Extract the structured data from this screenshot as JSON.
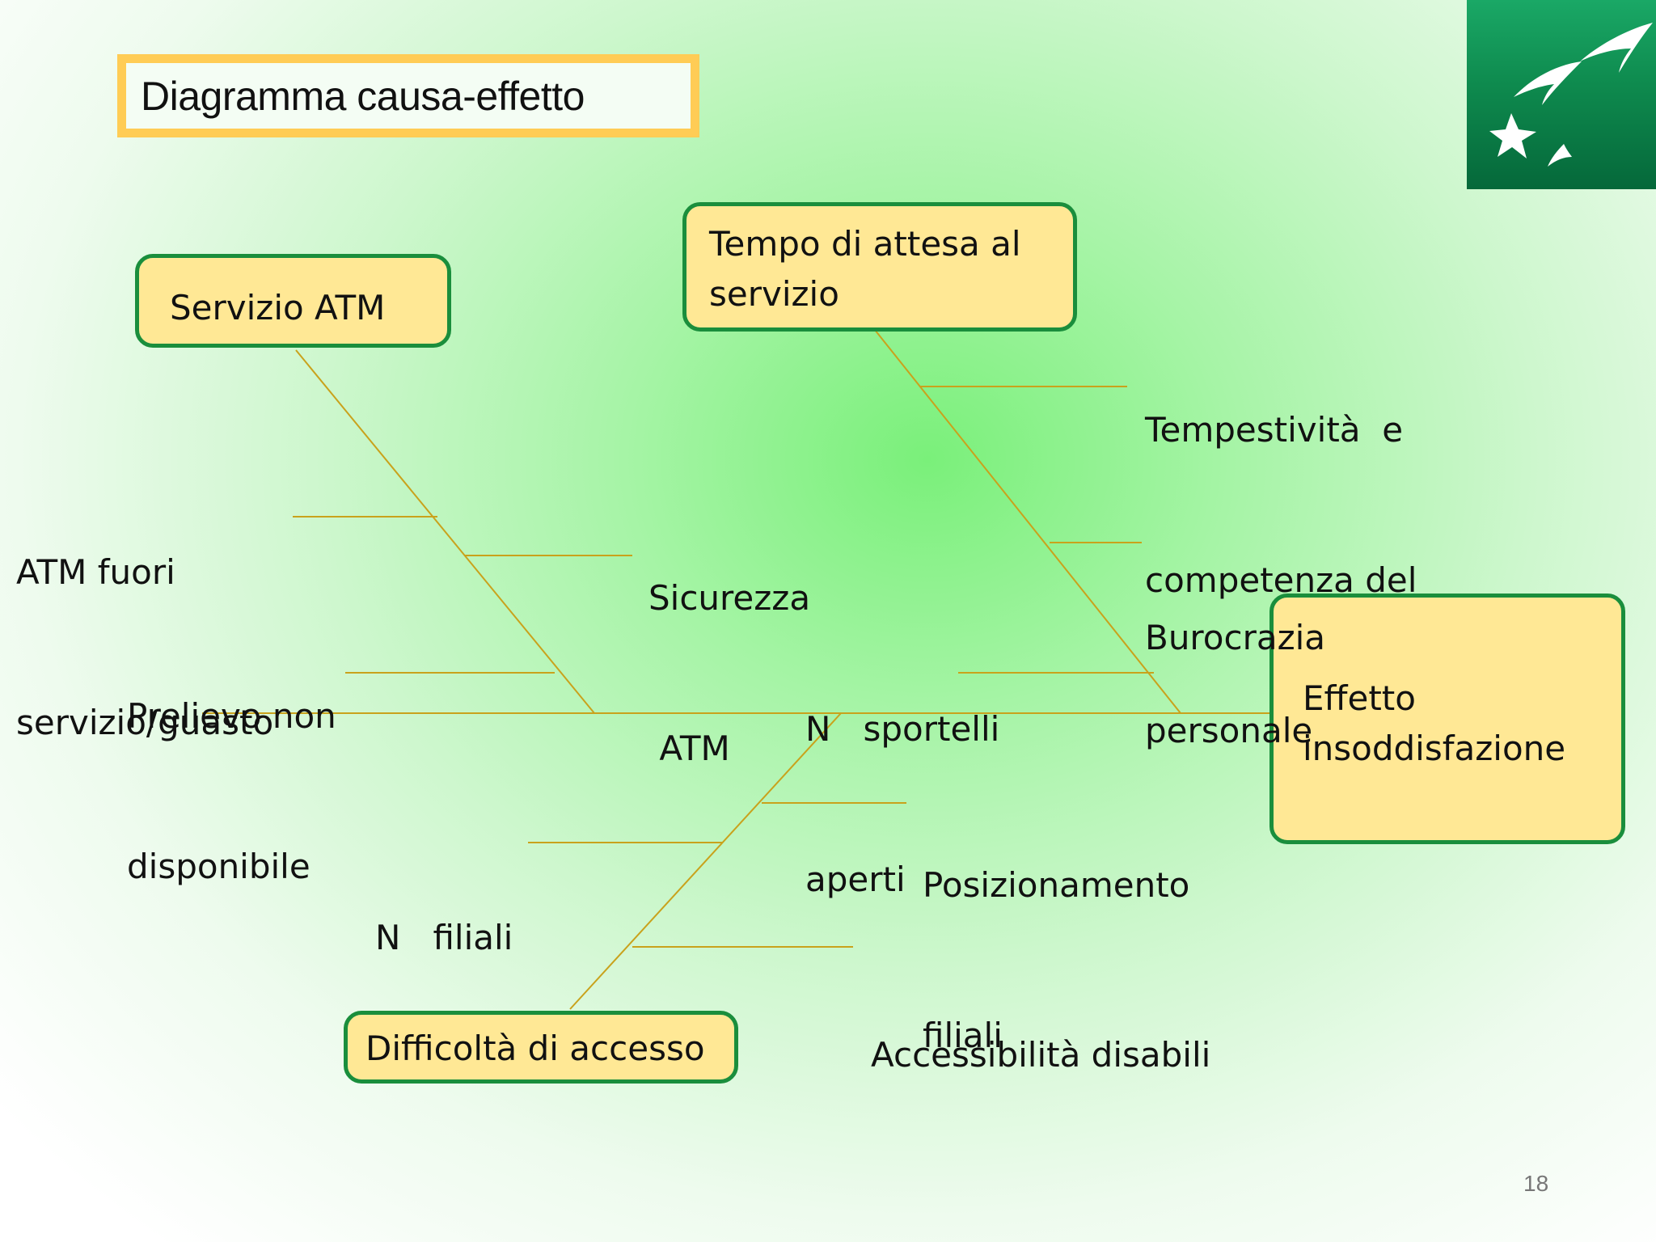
{
  "slide": {
    "title": "Diagramma causa-effetto",
    "page_number": "18"
  },
  "logo": {
    "icon": "bnp-paribas-stars-logo-icon"
  },
  "colors": {
    "box_fill": "#ffe895",
    "box_border": "#1a8e3c",
    "bone_line": "#c9a21c",
    "title_border": "#ffcc55"
  },
  "categories": {
    "atm": "Servizio ATM",
    "wait_line1": "Tempo di attesa al",
    "wait_line2": "servizio",
    "access": "Difficoltà di accesso"
  },
  "effect": {
    "line1": "Effetto",
    "line2": "insoddisfazione"
  },
  "causes": {
    "atm_out_line1": "ATM fuori",
    "atm_out_line2": "servizio/guasto",
    "security_line1": "Sicurezza",
    "security_line2": " ATM",
    "withdrawal_line1": "Prelievo non",
    "withdrawal_line2": "disponibile",
    "timeliness_line1": "Tempestività  e",
    "timeliness_line2": "competenza del",
    "timeliness_line3": "personale",
    "bureaucracy": "Burocrazia",
    "counters_line1": "N   sportelli",
    "counters_line2": "aperti",
    "positioning_line1": "Posizionamento",
    "positioning_line2": "filiali",
    "branches": "N   filiali",
    "disabled_access": "Accessibilità disabili"
  }
}
